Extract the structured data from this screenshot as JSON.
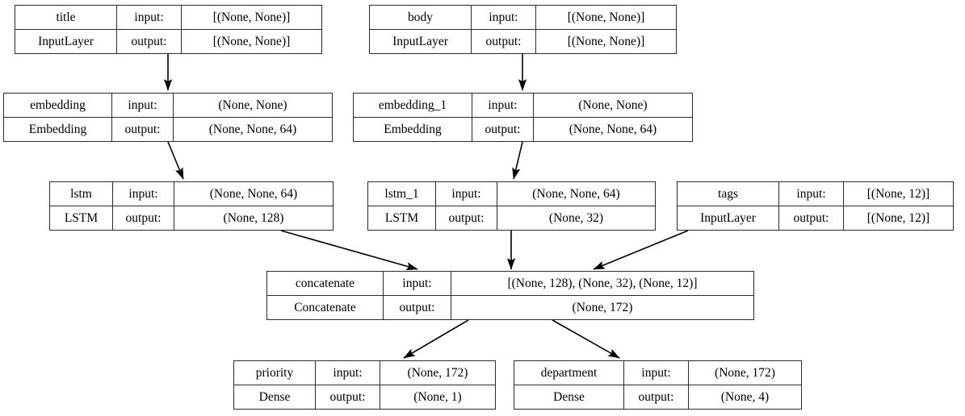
{
  "diagram": {
    "title": "Keras functional model plot",
    "background": "#ffffff",
    "border_color": "#2b2b2b",
    "text_color": "#000000",
    "edge_color": "#000000"
  },
  "nodes": [
    {
      "id": "title",
      "name": "title",
      "type": "InputLayer",
      "input_label": "input:",
      "output_label": "output:",
      "input_shape": "[(None, None)]",
      "output_shape": "[(None, None)]"
    },
    {
      "id": "body",
      "name": "body",
      "type": "InputLayer",
      "input_label": "input:",
      "output_label": "output:",
      "input_shape": "[(None, None)]",
      "output_shape": "[(None, None)]"
    },
    {
      "id": "embedding",
      "name": "embedding",
      "type": "Embedding",
      "input_label": "input:",
      "output_label": "output:",
      "input_shape": "(None, None)",
      "output_shape": "(None, None, 64)"
    },
    {
      "id": "embedding_1",
      "name": "embedding_1",
      "type": "Embedding",
      "input_label": "input:",
      "output_label": "output:",
      "input_shape": "(None, None)",
      "output_shape": "(None, None, 64)"
    },
    {
      "id": "lstm",
      "name": "lstm",
      "type": "LSTM",
      "input_label": "input:",
      "output_label": "output:",
      "input_shape": "(None, None, 64)",
      "output_shape": "(None, 128)"
    },
    {
      "id": "lstm_1",
      "name": "lstm_1",
      "type": "LSTM",
      "input_label": "input:",
      "output_label": "output:",
      "input_shape": "(None, None, 64)",
      "output_shape": "(None, 32)"
    },
    {
      "id": "tags",
      "name": "tags",
      "type": "InputLayer",
      "input_label": "input:",
      "output_label": "output:",
      "input_shape": "[(None, 12)]",
      "output_shape": "[(None, 12)]"
    },
    {
      "id": "concatenate",
      "name": "concatenate",
      "type": "Concatenate",
      "input_label": "input:",
      "output_label": "output:",
      "input_shape": "[(None, 128), (None, 32), (None, 12)]",
      "output_shape": "(None, 172)"
    },
    {
      "id": "priority",
      "name": "priority",
      "type": "Dense",
      "input_label": "input:",
      "output_label": "output:",
      "input_shape": "(None, 172)",
      "output_shape": "(None, 1)"
    },
    {
      "id": "department",
      "name": "department",
      "type": "Dense",
      "input_label": "input:",
      "output_label": "output:",
      "input_shape": "(None, 172)",
      "output_shape": "(None, 4)"
    }
  ],
  "edges": [
    {
      "from": "title",
      "to": "embedding"
    },
    {
      "from": "body",
      "to": "embedding_1"
    },
    {
      "from": "embedding",
      "to": "lstm"
    },
    {
      "from": "embedding_1",
      "to": "lstm_1"
    },
    {
      "from": "lstm",
      "to": "concatenate"
    },
    {
      "from": "lstm_1",
      "to": "concatenate"
    },
    {
      "from": "tags",
      "to": "concatenate"
    },
    {
      "from": "concatenate",
      "to": "priority"
    },
    {
      "from": "concatenate",
      "to": "department"
    }
  ]
}
